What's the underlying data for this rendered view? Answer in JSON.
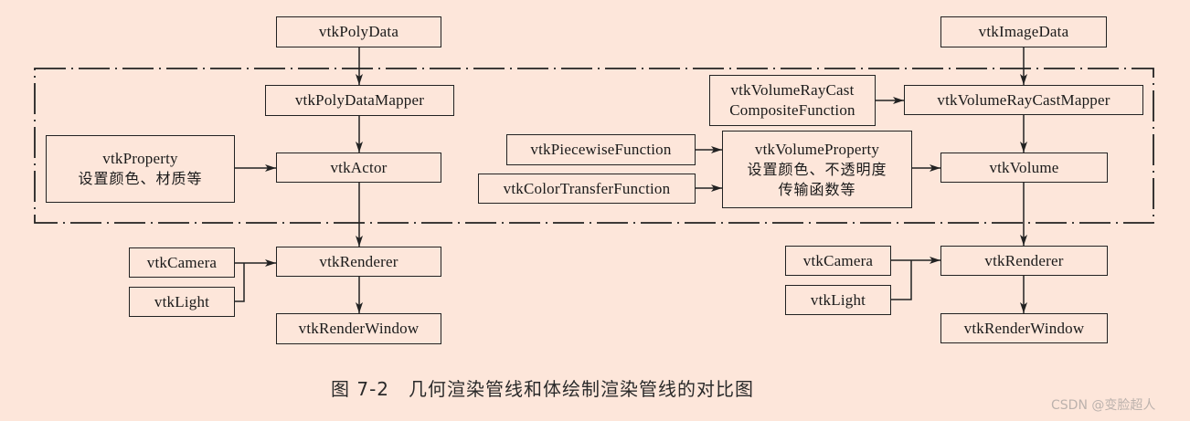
{
  "diagram": {
    "type": "flow-comparison",
    "frame_style": "dash-dot",
    "line_color": "#222222",
    "background_color": "#fde6da",
    "nodes": {
      "geo_polydata": {
        "lines": [
          "vtkPolyData"
        ]
      },
      "geo_mapper": {
        "lines": [
          "vtkPolyDataMapper"
        ]
      },
      "geo_property": {
        "lines": [
          "vtkProperty",
          "设置颜色、材质等"
        ]
      },
      "geo_actor": {
        "lines": [
          "vtkActor"
        ]
      },
      "geo_camera": {
        "lines": [
          "vtkCamera"
        ]
      },
      "geo_light": {
        "lines": [
          "vtkLight"
        ]
      },
      "geo_renderer": {
        "lines": [
          "vtkRenderer"
        ]
      },
      "geo_renderwindow": {
        "lines": [
          "vtkRenderWindow"
        ]
      },
      "vol_imagedata": {
        "lines": [
          "vtkImageData"
        ]
      },
      "vol_composite": {
        "lines": [
          "vtkVolumeRayCast",
          "CompositeFunction"
        ]
      },
      "vol_mapper": {
        "lines": [
          "vtkVolumeRayCastMapper"
        ]
      },
      "vol_piecewise": {
        "lines": [
          "vtkPiecewiseFunction"
        ]
      },
      "vol_colortf": {
        "lines": [
          "vtkColorTransferFunction"
        ]
      },
      "vol_property": {
        "lines": [
          "vtkVolumeProperty",
          "设置颜色、不透明度",
          "传输函数等"
        ]
      },
      "vol_volume": {
        "lines": [
          "vtkVolume"
        ]
      },
      "vol_camera": {
        "lines": [
          "vtkCamera"
        ]
      },
      "vol_light": {
        "lines": [
          "vtkLight"
        ]
      },
      "vol_renderer": {
        "lines": [
          "vtkRenderer"
        ]
      },
      "vol_renderwindow": {
        "lines": [
          "vtkRenderWindow"
        ]
      }
    },
    "edges": [
      [
        "geo_polydata",
        "geo_mapper"
      ],
      [
        "geo_mapper",
        "geo_actor"
      ],
      [
        "geo_property",
        "geo_actor"
      ],
      [
        "geo_actor",
        "geo_renderer"
      ],
      [
        "geo_camera",
        "geo_renderer"
      ],
      [
        "geo_light",
        "geo_renderer"
      ],
      [
        "geo_renderer",
        "geo_renderwindow"
      ],
      [
        "vol_imagedata",
        "vol_mapper"
      ],
      [
        "vol_composite",
        "vol_mapper"
      ],
      [
        "vol_mapper",
        "vol_volume"
      ],
      [
        "vol_piecewise",
        "vol_property"
      ],
      [
        "vol_colortf",
        "vol_property"
      ],
      [
        "vol_property",
        "vol_volume"
      ],
      [
        "vol_volume",
        "vol_renderer"
      ],
      [
        "vol_camera",
        "vol_renderer"
      ],
      [
        "vol_light",
        "vol_renderer"
      ],
      [
        "vol_renderer",
        "vol_renderwindow"
      ]
    ]
  },
  "caption": "图 7-2　几何渲染管线和体绘制渲染管线的对比图",
  "watermark": "CSDN @变脸超人"
}
